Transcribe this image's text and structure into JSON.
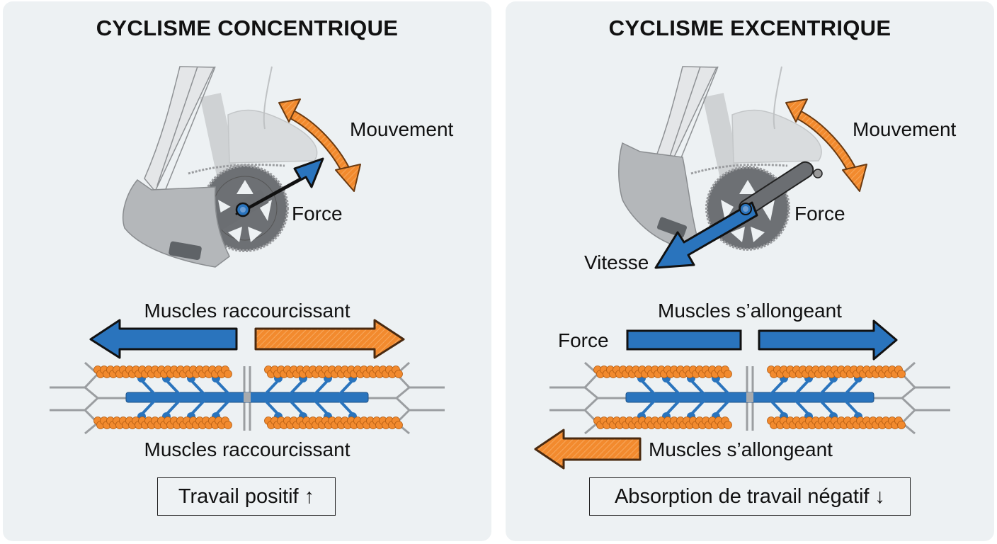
{
  "colors": {
    "background": "#edf1f3",
    "blue": "#2a74bd",
    "orange": "#f28a2e",
    "gray": "#9b9ea1",
    "dark_gray": "#5f6367",
    "text": "#111111"
  },
  "left": {
    "title": "CYCLISME CONCENTRIQUE",
    "labels": {
      "movement": "Mouvement",
      "force": "Force",
      "muscle_top": "Muscles raccourcissant",
      "muscle_bottom": "Muscles raccourcissant"
    },
    "summary_box": {
      "text": "Travail positif",
      "arrow": "↑",
      "icon": "arrow-up-icon"
    }
  },
  "right": {
    "title": "CYCLISME EXCENTRIQUE",
    "labels": {
      "movement": "Mouvement",
      "force": "Force",
      "velocity": "Vitesse",
      "muscle_force": "Force",
      "muscle_top": "Muscles s’allongeant",
      "muscle_bottom": "Muscles s’allongeant"
    },
    "summary_box": {
      "text": "Absorption de travail négatif",
      "arrow": "↓",
      "icon": "arrow-down-icon"
    }
  }
}
